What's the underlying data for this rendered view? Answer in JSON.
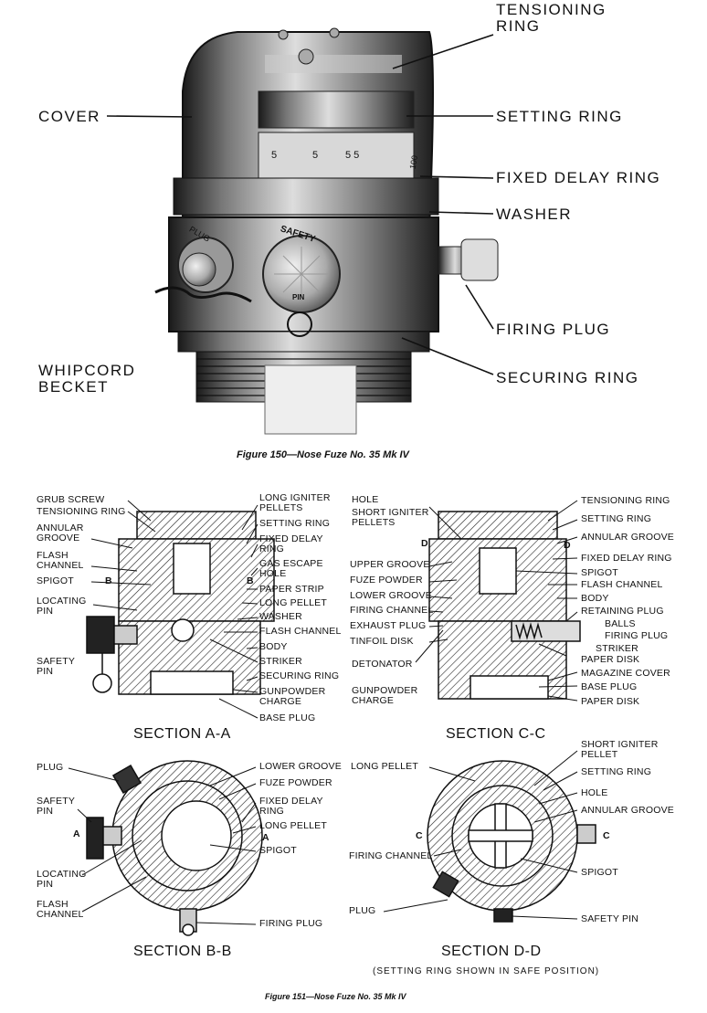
{
  "figure150": {
    "labels": {
      "tensioning_ring": "TENSIONING\nRING",
      "cover": "COVER",
      "setting_ring": "SETTING RING",
      "fixed_delay_ring": "FIXED DELAY RING",
      "washer": "WASHER",
      "firing_plug": "FIRING PLUG",
      "whipcord_becket": "WHIPCORD\nBECKET",
      "securing_ring": "SECURING RING",
      "plug": "PLUG",
      "safety": "SAFETY",
      "pin": "PIN",
      "scale": [
        "5",
        "5",
        "5 5",
        "100"
      ]
    },
    "caption": "Figure 150—Nose Fuze No. 35 Mk IV"
  },
  "section_aa": {
    "title": "SECTION A-A",
    "left_labels": [
      "GRUB SCREW",
      "TENSIONING RING",
      "ANNULAR\nGROOVE",
      "FLASH\nCHANNEL",
      "SPIGOT",
      "LOCATING\nPIN",
      "SAFETY\nPIN"
    ],
    "right_labels": [
      "LONG IGNITER\nPELLETS",
      "SETTING RING",
      "FIXED DELAY\nRING",
      "GAS ESCAPE\nHOLE",
      "PAPER STRIP",
      "LONG PELLET",
      "WASHER",
      "FLASH CHANNEL",
      "BODY",
      "STRIKER",
      "SECURING RING",
      "GUNPOWDER\nCHARGE",
      "BASE PLUG"
    ],
    "marks": [
      "B",
      "B"
    ]
  },
  "section_cc": {
    "title": "SECTION C-C",
    "left_labels": [
      "HOLE",
      "SHORT IGNITER\nPELLETS",
      "UPPER GROOVE",
      "FUZE POWDER",
      "LOWER GROOVE",
      "FIRING CHANNEL",
      "EXHAUST PLUG",
      "TINFOIL DISK",
      "DETONATOR",
      "GUNPOWDER\nCHARGE"
    ],
    "right_labels": [
      "TENSIONING RING",
      "SETTING RING",
      "ANNULAR GROOVE",
      "FIXED DELAY RING",
      "SPIGOT",
      "FLASH CHANNEL",
      "BODY",
      "RETAINING PLUG",
      "BALLS",
      "FIRING PLUG",
      "STRIKER",
      "PAPER DISK",
      "MAGAZINE COVER",
      "BASE PLUG",
      "PAPER DISK"
    ],
    "marks": [
      "D",
      "D"
    ]
  },
  "section_bb": {
    "title": "SECTION B-B",
    "left_labels": [
      "PLUG",
      "SAFETY\nPIN",
      "LOCATING\nPIN",
      "FLASH\nCHANNEL"
    ],
    "right_labels": [
      "LOWER GROOVE",
      "FUZE POWDER",
      "FIXED DELAY\nRING",
      "LONG PELLET",
      "SPIGOT",
      "FIRING PLUG"
    ],
    "marks": [
      "A",
      "A"
    ]
  },
  "section_dd": {
    "title": "SECTION D-D",
    "note": "(SETTING RING SHOWN IN SAFE POSITION)",
    "left_labels": [
      "LONG PELLET",
      "FIRING CHANNEL",
      "PLUG"
    ],
    "right_labels": [
      "SHORT IGNITER\nPELLET",
      "SETTING RING",
      "HOLE",
      "ANNULAR GROOVE",
      "SPIGOT",
      "SAFETY PIN"
    ],
    "marks": [
      "C",
      "C"
    ]
  },
  "caption151": "Figure 151—Nose Fuze No. 35 Mk IV"
}
